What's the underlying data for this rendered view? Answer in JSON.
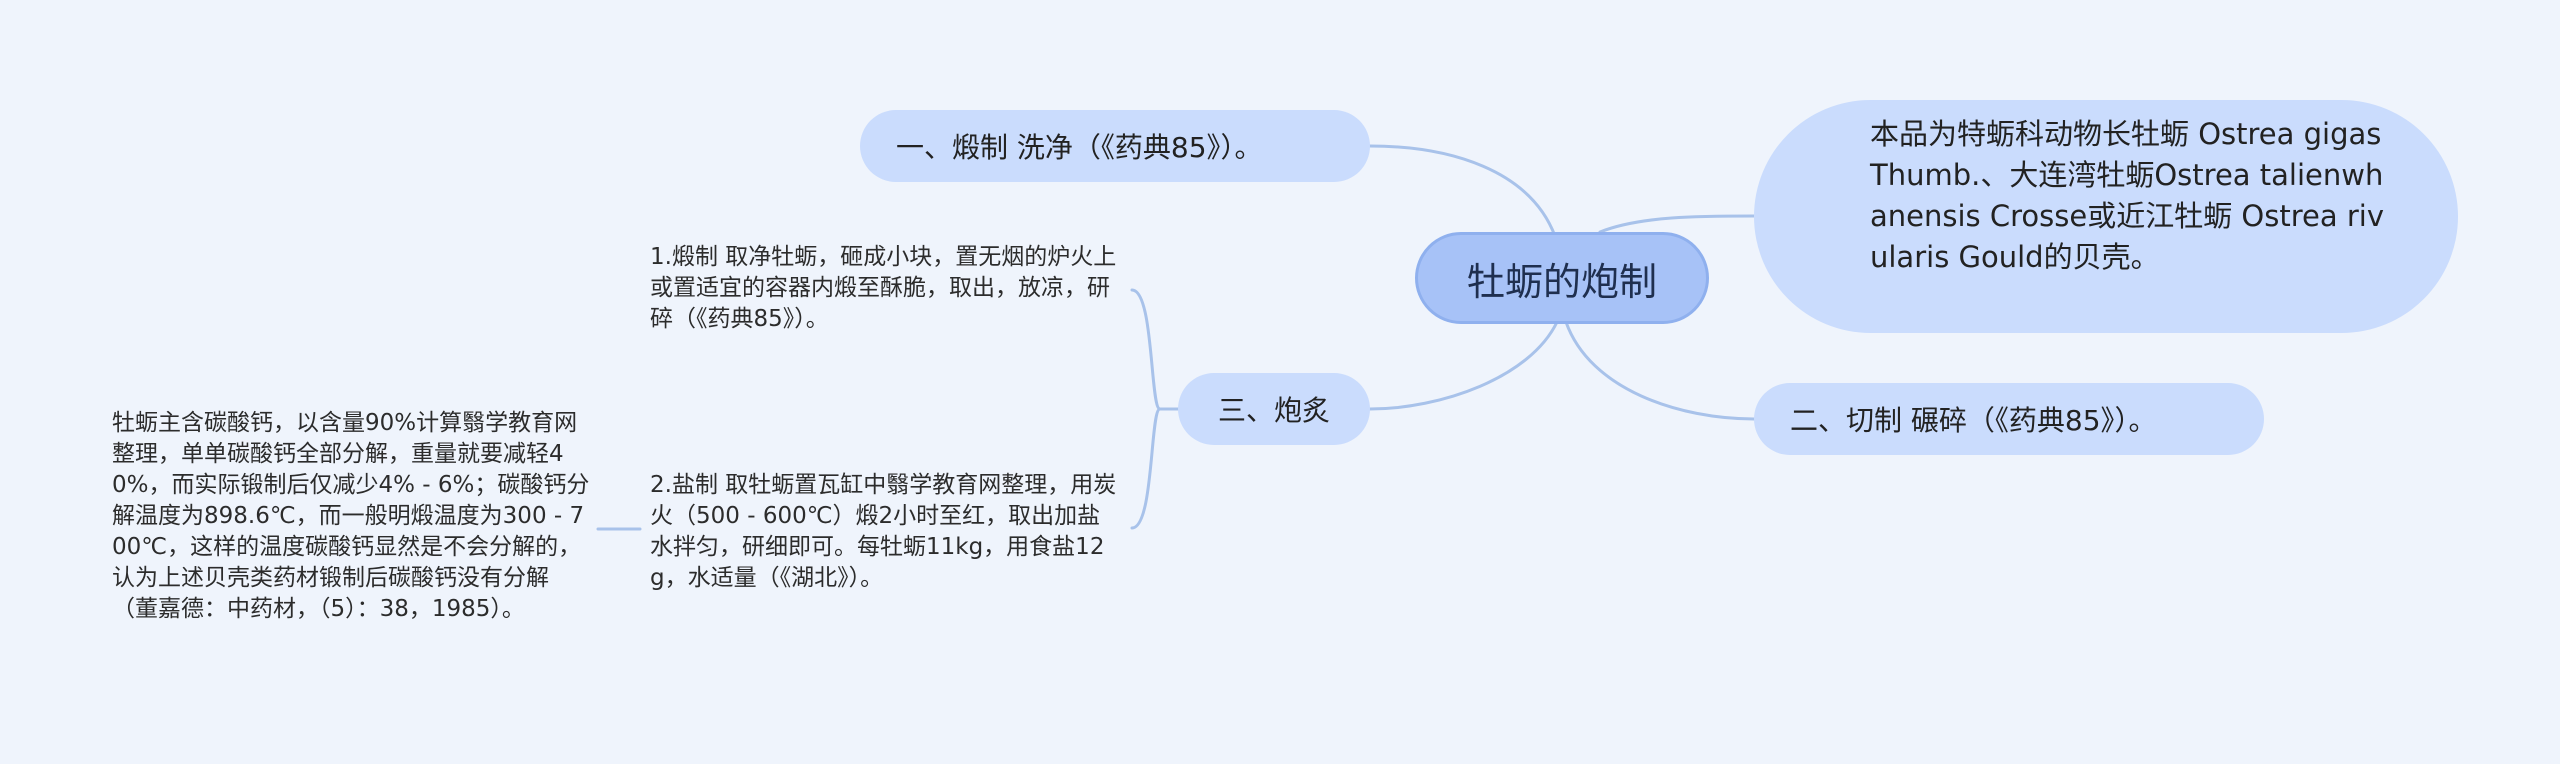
{
  "mindmap": {
    "root": "牡蛎的炮制",
    "description": "本品为特蛎科动物长牡蛎 Ostrea gigas Thumb.、大连湾牡蛎Ostrea talienwhanensis Crosse或近江牡蛎 Ostrea rivularis Gould的贝壳。",
    "branch_duan": "一、煅制 洗净（《药典85》）。",
    "branch_qie": "二、切制 碾碎（《药典85》）。",
    "branch_pao": "三、炮炙",
    "pao_item_1": "1.煅制 取净牡蛎，砸成小块，置无烟的炉火上或置适宜的容器内煅至酥脆，取出，放凉，研碎（《药典85》）。",
    "pao_item_2": "2.盐制 取牡蛎置瓦缸中翳学教育网整理，用炭火（500 - 600℃）煅2小时至红，取出加盐水拌匀，研细即可。每牡蛎11kg，用食盐12g，水适量（《湖北》）。",
    "note": "牡蛎主含碳酸钙，以含量90%计算翳学教育网整理，单单碳酸钙全部分解，重量就要减轻40%，而实际锻制后仅减少4% - 6%；碳酸钙分解温度为898.6℃，而一般明煅温度为300 - 700℃，这样的温度碳酸钙显然是不会分解的，认为上述贝壳类药材锻制后碳酸钙没有分解（董嘉德：中药材，（5）：38，1985）。"
  },
  "colors": {
    "background": "#eff4fc",
    "root_fill": "#a7c2f7",
    "branch_fill": "#cadcfd",
    "connector": "#a8c2ea"
  }
}
